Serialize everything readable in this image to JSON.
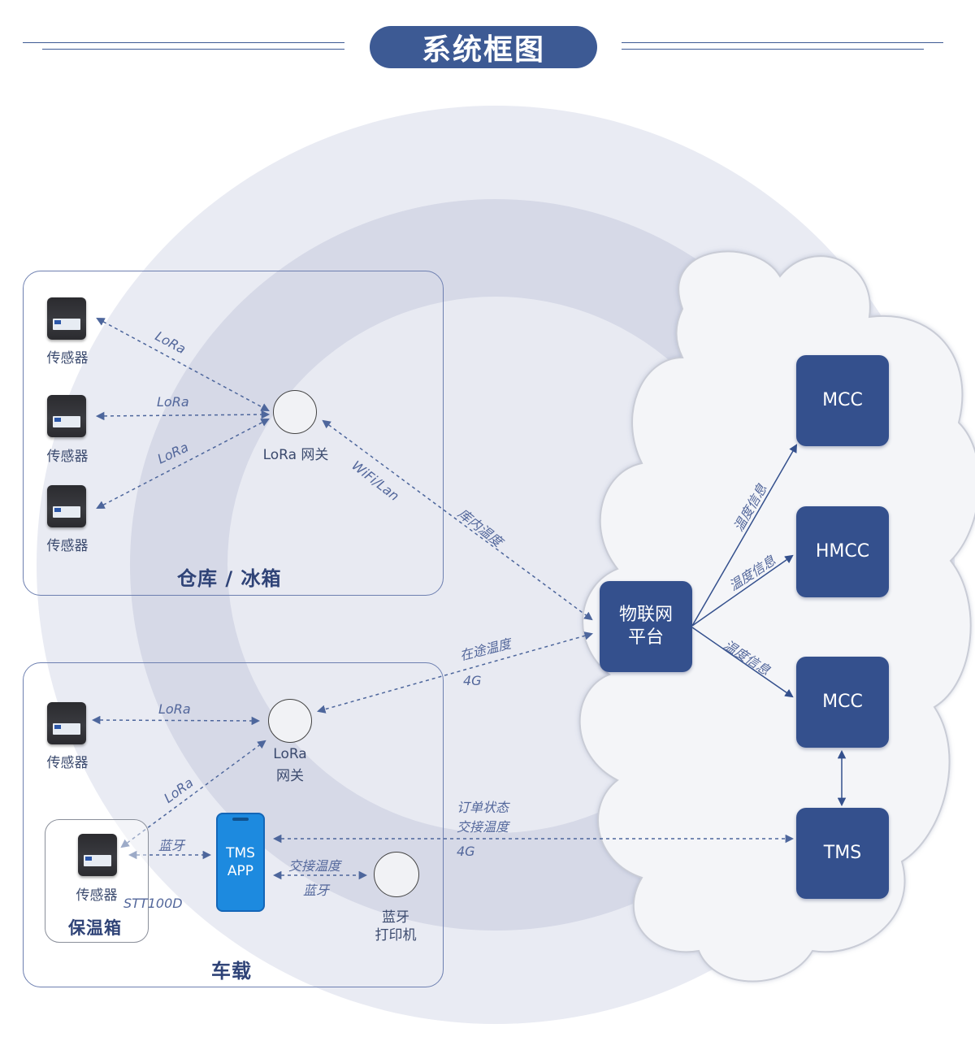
{
  "header": {
    "title": "系统框图"
  },
  "warehouse": {
    "region_label": "仓库 / 冰箱",
    "sensor_label": "传感器",
    "gateway_label": "LoRa 网关",
    "lora_label": "LoRa",
    "wifi_label": "WiFi/Lan"
  },
  "vehicle": {
    "region_label": "车载",
    "sensor_label": "传感器",
    "gateway_label_line1": "LoRa",
    "gateway_label_line2": "网关",
    "lora_label": "LoRa",
    "cooler_sensor_label": "传感器",
    "cooler_model": "STT100D",
    "cooler_label": "保温箱",
    "bluetooth_label": "蓝牙",
    "app_line1": "TMS",
    "app_line2": "APP",
    "handover_temp_label": "交接温度",
    "printer_line1": "蓝牙",
    "printer_line2": "打印机"
  },
  "links": {
    "warehouse_temp": "库内温度",
    "transit_temp": "在途温度",
    "net_4g": "4G",
    "order_status": "订单状态",
    "handover_temp": "交接温度",
    "temp_info": "温度信息"
  },
  "cloud": {
    "iot_line1": "物联网",
    "iot_line2": "平台",
    "mcc_top": "MCC",
    "hmcc": "HMCC",
    "mcc_bottom": "MCC",
    "tms": "TMS"
  },
  "colors": {
    "primary": "#34508d",
    "ring_outer": "#e9ebf3",
    "ring_mid": "#d6d9e7",
    "ring_inner": "#e9ebf3",
    "link": "#4d669c",
    "phone": "#1d8adf"
  }
}
